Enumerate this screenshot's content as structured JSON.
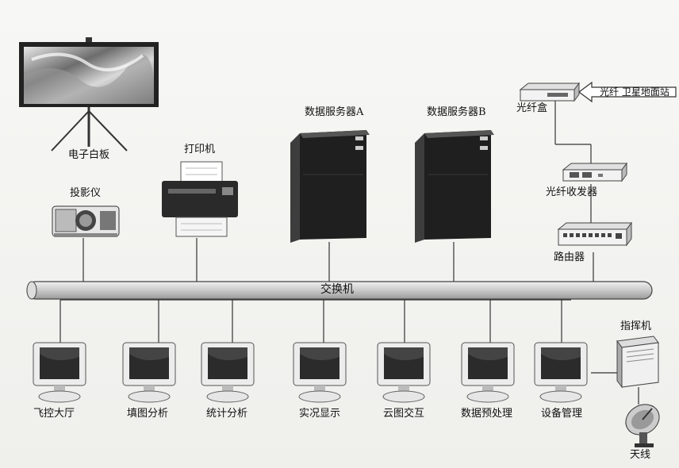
{
  "diagram": {
    "bus": {
      "label": "交换机"
    },
    "top_devices": {
      "whiteboard": "电子白板",
      "projector": "投影仪",
      "printer": "打印机",
      "server_a": "数据服务器A",
      "server_b": "数据服务器B"
    },
    "network_chain": {
      "fiber_box": "光纤盒",
      "fiber_source": "光纤  卫星地面站",
      "transceiver": "光纤收发器",
      "router": "路由器"
    },
    "workstations": [
      {
        "label": "飞控大厅"
      },
      {
        "label": "填图分析"
      },
      {
        "label": "统计分析"
      },
      {
        "label": "实况显示"
      },
      {
        "label": "云图交互"
      },
      {
        "label": "数据预处理"
      },
      {
        "label": "设备管理"
      }
    ],
    "command_unit": {
      "label": "指挥机"
    },
    "antenna": {
      "label": "天线"
    }
  }
}
